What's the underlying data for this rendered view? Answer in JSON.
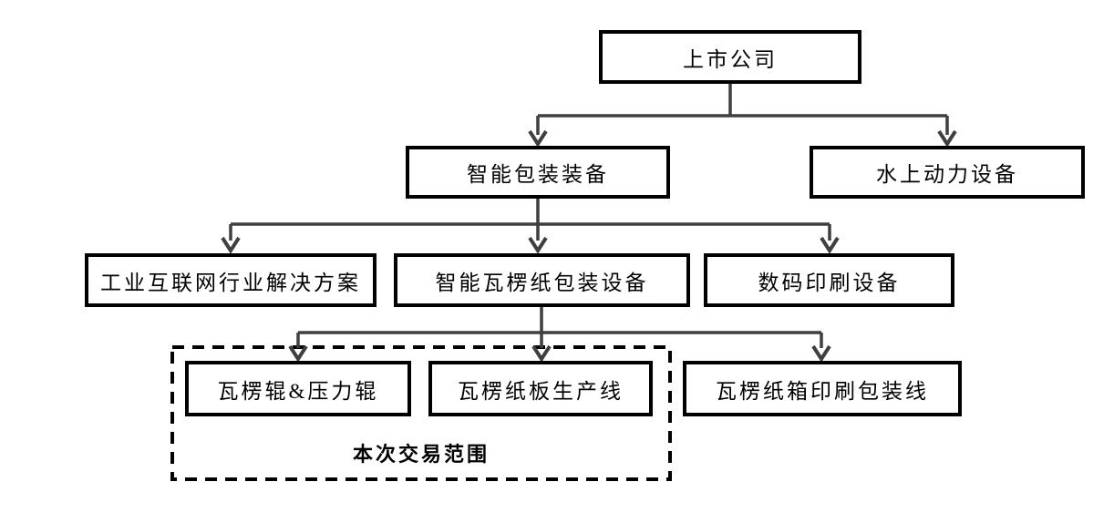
{
  "diagram": {
    "type": "org-flowchart",
    "tree": {
      "label": "上市公司",
      "children": [
        {
          "label": "智能包装装备",
          "children": [
            {
              "label": "工业互联网行业解决方案"
            },
            {
              "label": "智能瓦楞纸包装设备",
              "children": [
                {
                  "label": "瓦楞辊&压力辊"
                },
                {
                  "label": "瓦楞纸板生产线"
                },
                {
                  "label": "瓦楞纸箱印刷包装线"
                }
              ]
            },
            {
              "label": "数码印刷设备"
            }
          ]
        },
        {
          "label": "水上动力设备"
        }
      ]
    },
    "scope": {
      "label": "本次交易范围",
      "members": [
        "瓦楞辊&压力辊",
        "瓦楞纸板生产线"
      ]
    }
  },
  "colors": {
    "background": "#ffffff",
    "box_border": "#000000",
    "connector": "#3f3f3f",
    "scope_border": "#000000",
    "text": "#000000"
  }
}
